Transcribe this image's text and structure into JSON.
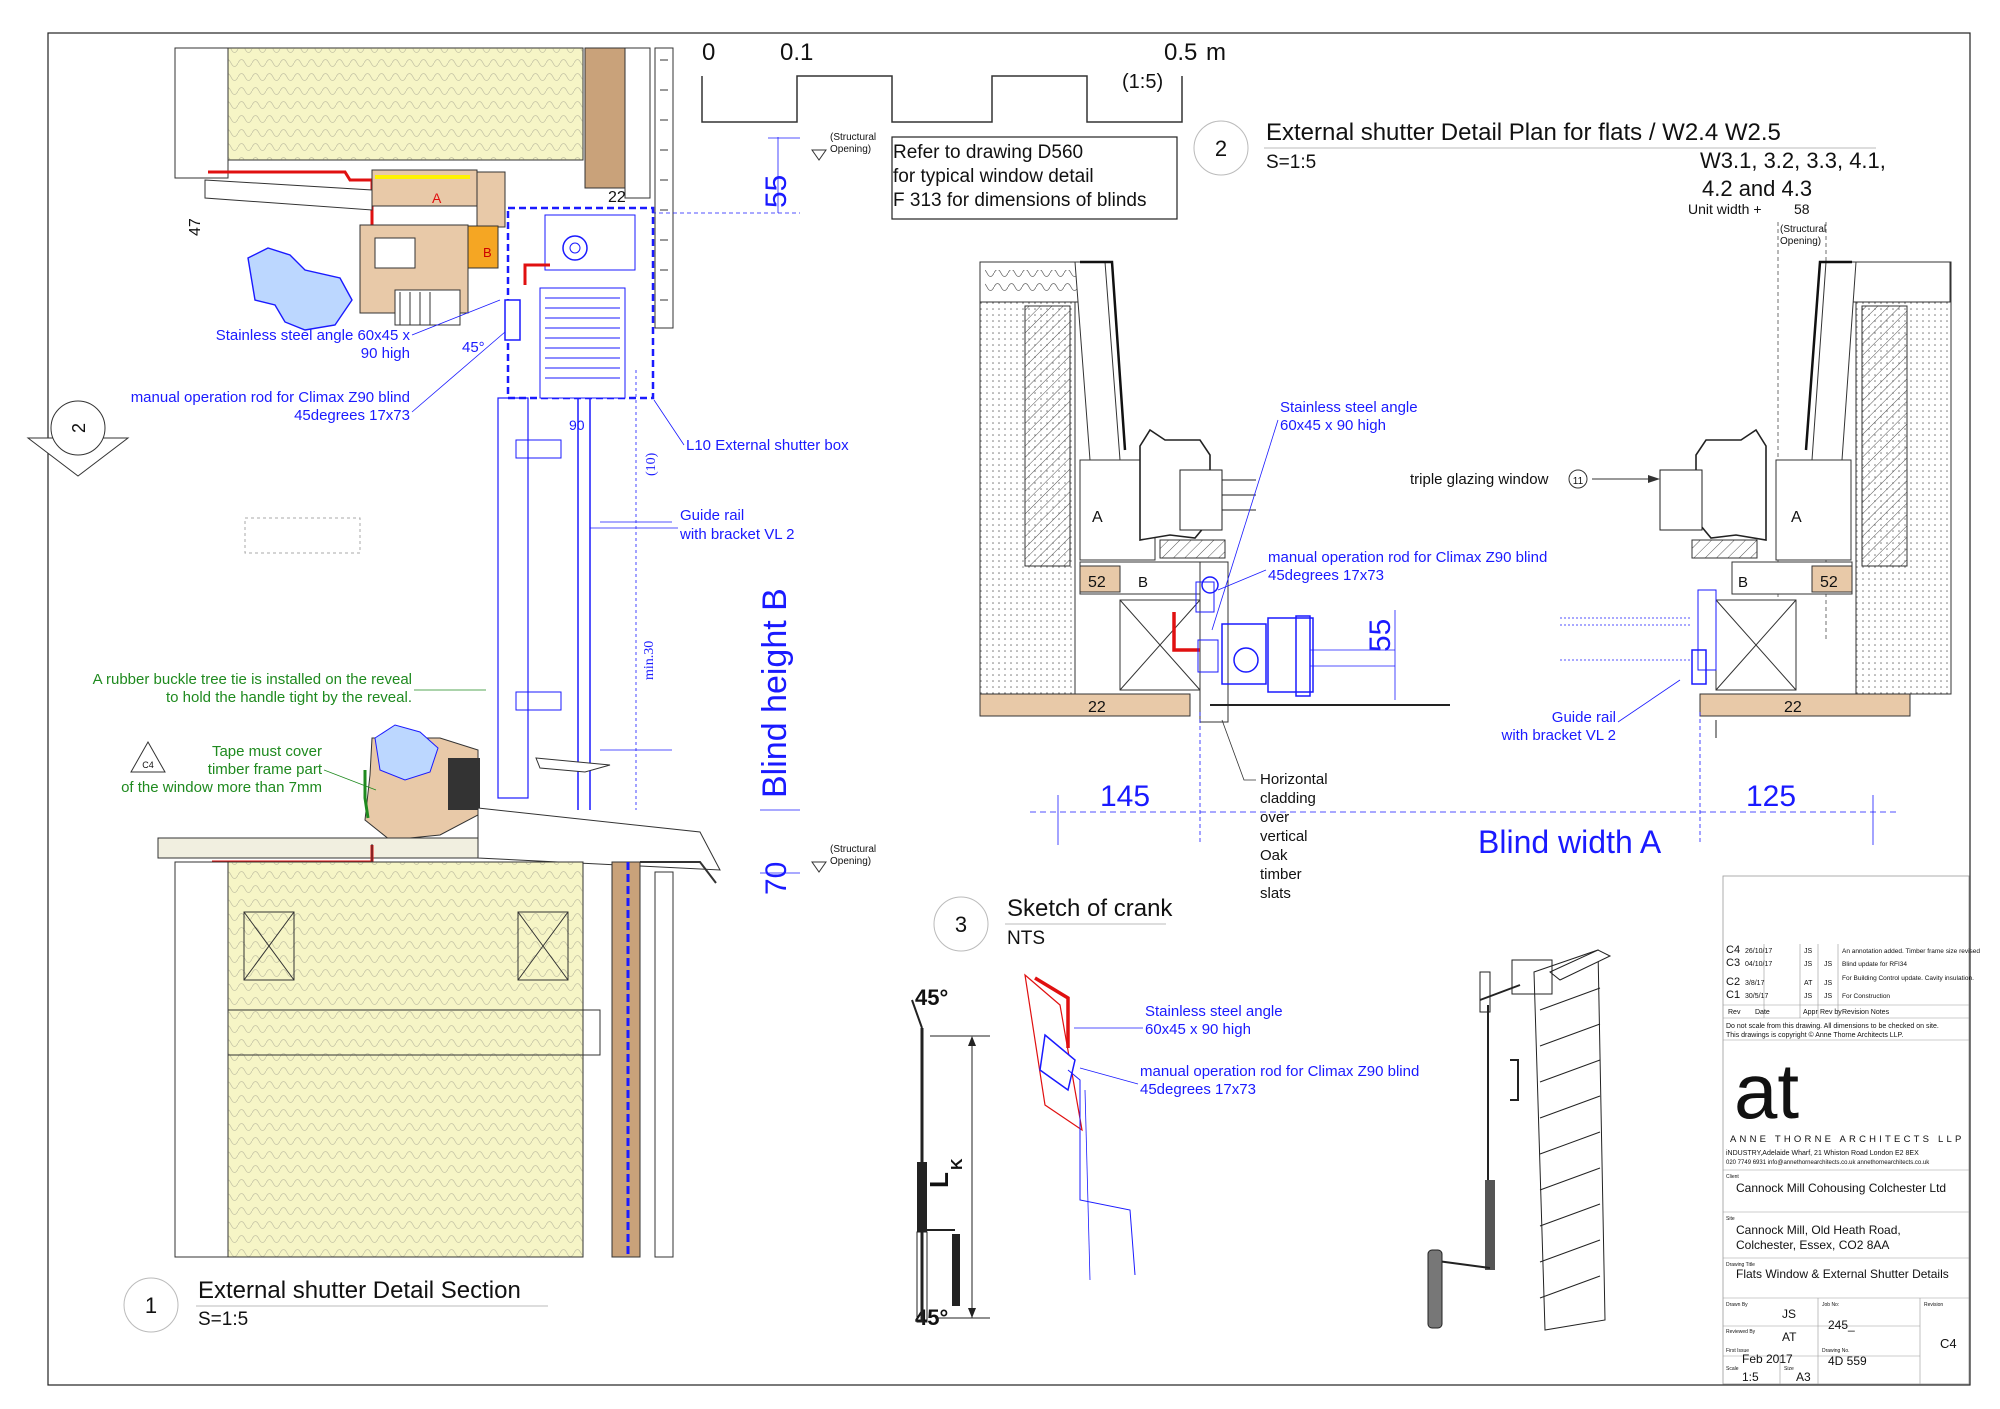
{
  "scale_bar": {
    "t0": "0",
    "t1": "0.1",
    "t2": "0.5",
    "unit": "m",
    "ratio": "(1:5)"
  },
  "note_box": {
    "line1": "Refer to drawing D560",
    "line2": "for typical window detail",
    "line3": "F 313 for dimensions of blinds"
  },
  "structural_opening": {
    "line1": "(Structural",
    "line2": "Opening)"
  },
  "detail1": {
    "number": "1",
    "title": "External shutter Detail Section",
    "scale": "S=1:5",
    "letter_a": "A",
    "letter_b": "B",
    "dim_47": "47",
    "dim_22": "22",
    "dim_90": "90",
    "dim_10": "(10)",
    "dim_min30": "min.30",
    "angle_45": "45°",
    "dim_55": "55",
    "dim_70": "70",
    "blind_height": "Blind height B",
    "steel_angle_l1": "Stainless steel angle 60x45 x",
    "steel_angle_l2": "90 high",
    "rod_l1": "manual operation rod for Climax Z90 blind",
    "rod_l2": "45degrees 17x73",
    "shutter_box": "L10 External shutter box",
    "guide_l1": "Guide rail",
    "guide_l2": "with bracket VL 2",
    "buckle_l1": "A rubber buckle tree tie is installed on the reveal",
    "buckle_l2": "to hold the handle tight by the reveal.",
    "tape_l1": "Tape must cover",
    "tape_l2": "timber frame part",
    "tape_l3": "of the window more than 7mm",
    "rev_tag": "C4",
    "section_tag": "2"
  },
  "detail2": {
    "number": "2",
    "title": "External shutter Detail Plan for flats / W2.4 W2.5",
    "scale": "S=1:5",
    "list_l1": "W3.1, 3.2, 3.3, 4.1,",
    "list_l2": "4.2 and 4.3",
    "unit_width": "Unit width +",
    "unit_58": "58",
    "steel_l1": "Stainless steel angle",
    "steel_l2": "60x45 x 90 high",
    "glazing": "triple glazing window",
    "glazing_ref": "11",
    "rod_l1": "manual operation rod for Climax Z90 blind",
    "rod_l2": "45degrees 17x73",
    "dim_55": "55",
    "dim_145": "145",
    "dim_125": "125",
    "dim_52": "52",
    "dim_22": "22",
    "letter_a": "A",
    "letter_b": "B",
    "guide_l1": "Guide rail",
    "guide_l2": "with bracket VL 2",
    "horiz_l1": "Horizontal",
    "horiz_l2": "cladding",
    "horiz_l3": "over",
    "horiz_l4": "vertical",
    "horiz_l5": "Oak",
    "horiz_l6": "timber",
    "horiz_l7": "slats",
    "blind_width": "Blind width A"
  },
  "detail3": {
    "number": "3",
    "title": "Sketch of crank",
    "scale": "NTS",
    "angle": "45°",
    "lk": "L",
    "lk_sub": "K",
    "steel_l1": "Stainless steel angle",
    "steel_l2": "60x45 x 90 high",
    "rod_l1": "manual operation rod for Climax Z90 blind",
    "rod_l2": "45degrees 17x73"
  },
  "title_block": {
    "revisions": [
      {
        "rev": "C4",
        "date": "26/10/17",
        "appr": "JS",
        "rev_by": "",
        "notes": "An annotation added. Timber frame size revised"
      },
      {
        "rev": "C3",
        "date": "04/10/17",
        "appr": "JS",
        "rev_by": "JS",
        "notes": "Blind update for RFI34"
      },
      {
        "rev": "C2",
        "date": "3/8/17",
        "appr": "AT",
        "rev_by": "JS",
        "notes": "For Building Control update. Cavity insulation."
      },
      {
        "rev": "C1",
        "date": "30/5/17",
        "appr": "JS",
        "rev_by": "JS",
        "notes": "For Construction"
      }
    ],
    "hdr_rev": "Rev",
    "hdr_date": "Date",
    "hdr_appr": "Appr",
    "hdr_revby": "Rev by",
    "hdr_notes": "Revision Notes",
    "disclaimer_l1": "Do not scale from this drawing. All dimensions to be checked on site.",
    "disclaimer_l2": "This drawings is copyright  © Anne Thorne Architects LLP.",
    "logo": "at",
    "firm": "ANNE THORNE ARCHITECTS LLP",
    "address": "iNDUSTRY,Adelaide Wharf, 21 Whiston Road London E2 8EX",
    "contact": "020 7749 6931   info@annethornearchitects.co.uk   annethornearchitects.co.uk",
    "client_lbl": "Client",
    "client": "Cannock Mill Cohousing Colchester Ltd",
    "site_lbl": "Site",
    "site_l1": "Cannock Mill, Old Heath Road,",
    "site_l2": "Colchester, Essex, CO2 8AA",
    "dtitle_lbl": "Drawing Title",
    "dtitle": "Flats Window & External Shutter Details",
    "drawn_lbl": "Drawn By",
    "drawn": "JS",
    "job_lbl": "Job No:",
    "job": "245_",
    "reviewed_lbl": "Reviewed By",
    "reviewed": "AT",
    "issue_lbl": "First Issue",
    "issue": "Feb 2017",
    "dno_lbl": "Drawing No.",
    "dno": "4D 559",
    "scale_lbl": "Scale",
    "scale": "1:5",
    "size_lbl": "Size",
    "size": "A3",
    "revision_lbl": "Revision",
    "revision": "C4"
  },
  "colors": {
    "blue": "#1a1aff",
    "red": "#e01010",
    "green": "#1f8a1f",
    "insulation": "#f6f5c6",
    "timber": "#e8c9a8",
    "brown": "#c9a27a"
  }
}
